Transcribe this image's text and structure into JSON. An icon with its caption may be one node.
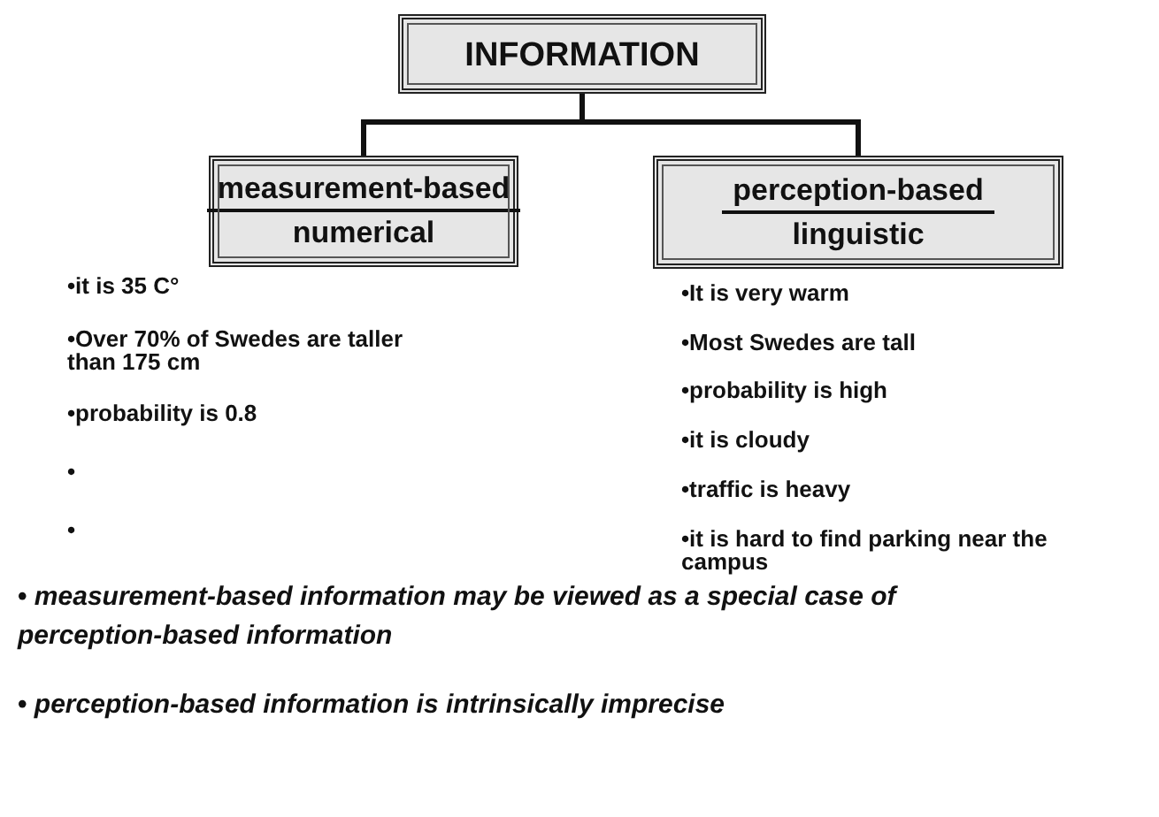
{
  "diagram": {
    "nodes": [
      {
        "text": [
          "INFORMATION"
        ]
      },
      {
        "text": [
          "measurement-based",
          "numerical"
        ]
      },
      {
        "text": [
          "perception-based",
          "linguistic"
        ]
      }
    ],
    "edges": [
      {
        "from": 0,
        "to": 1,
        "arrow": "none"
      },
      {
        "from": 0,
        "to": 2,
        "arrow": "none"
      }
    ],
    "labels": [
      "•it is 35 C°",
      "•Over 70% of Swedes are taller than 175 cm",
      "•probability is 0.8",
      "•",
      "•",
      "•It is very warm",
      "•Most Swedes are tall",
      "•probability is high",
      "•it is cloudy",
      "•traffic is heavy",
      "•it is hard to find parking near the campus",
      "• *measurement-based information may be viewed as a special case of perception-based information*",
      "• *perception-based information is intrinsically imprecise*"
    ]
  }
}
